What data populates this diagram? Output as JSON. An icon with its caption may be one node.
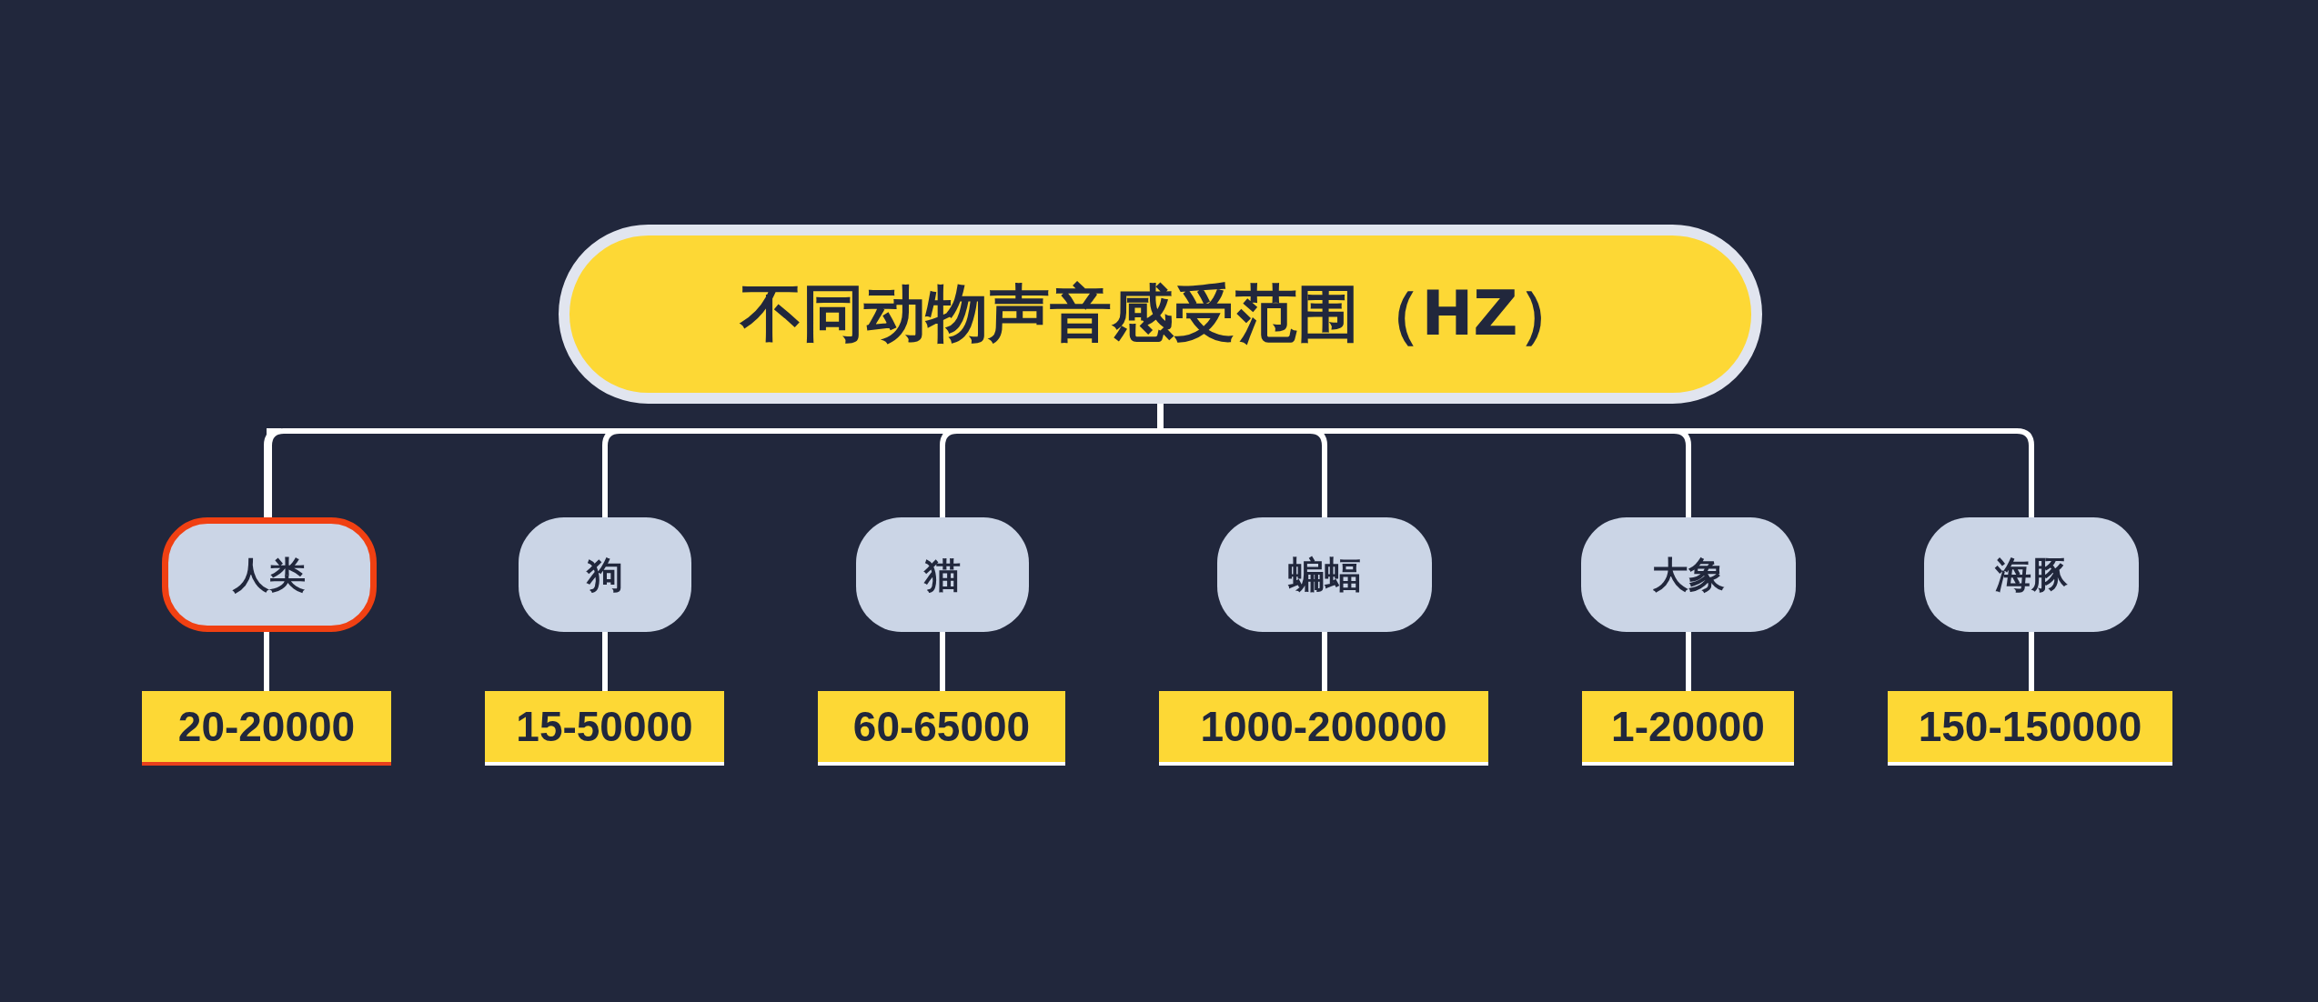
{
  "diagram": {
    "nodes": [
      {
        "text": [
          "不同动物声音感受范围（HZ）"
        ]
      },
      {
        "text": [
          "人类"
        ]
      },
      {
        "text": [
          "狗"
        ]
      },
      {
        "text": [
          "猫"
        ]
      },
      {
        "text": [
          "蝙蝠"
        ]
      },
      {
        "text": [
          "大象"
        ]
      },
      {
        "text": [
          "海豚"
        ]
      },
      {
        "text": [
          "20-20000"
        ]
      },
      {
        "text": [
          "15-50000"
        ]
      },
      {
        "text": [
          "60-65000"
        ]
      },
      {
        "text": [
          "1000-200000"
        ]
      },
      {
        "text": [
          "1-20000"
        ]
      },
      {
        "text": [
          "150-150000"
        ]
      }
    ],
    "edges": [
      {
        "from": 0,
        "to": 1,
        "arrow": "none"
      },
      {
        "from": 0,
        "to": 2,
        "arrow": "none"
      },
      {
        "from": 0,
        "to": 3,
        "arrow": "none"
      },
      {
        "from": 0,
        "to": 4,
        "arrow": "none"
      },
      {
        "from": 0,
        "to": 5,
        "arrow": "none"
      },
      {
        "from": 0,
        "to": 6,
        "arrow": "none"
      },
      {
        "from": 1,
        "to": 7,
        "arrow": "none"
      },
      {
        "from": 2,
        "to": 8,
        "arrow": "none"
      },
      {
        "from": 3,
        "to": 9,
        "arrow": "none"
      },
      {
        "from": 4,
        "to": 10,
        "arrow": "none"
      },
      {
        "from": 5,
        "to": 11,
        "arrow": "none"
      },
      {
        "from": 6,
        "to": 12,
        "arrow": "none"
      }
    ]
  }
}
